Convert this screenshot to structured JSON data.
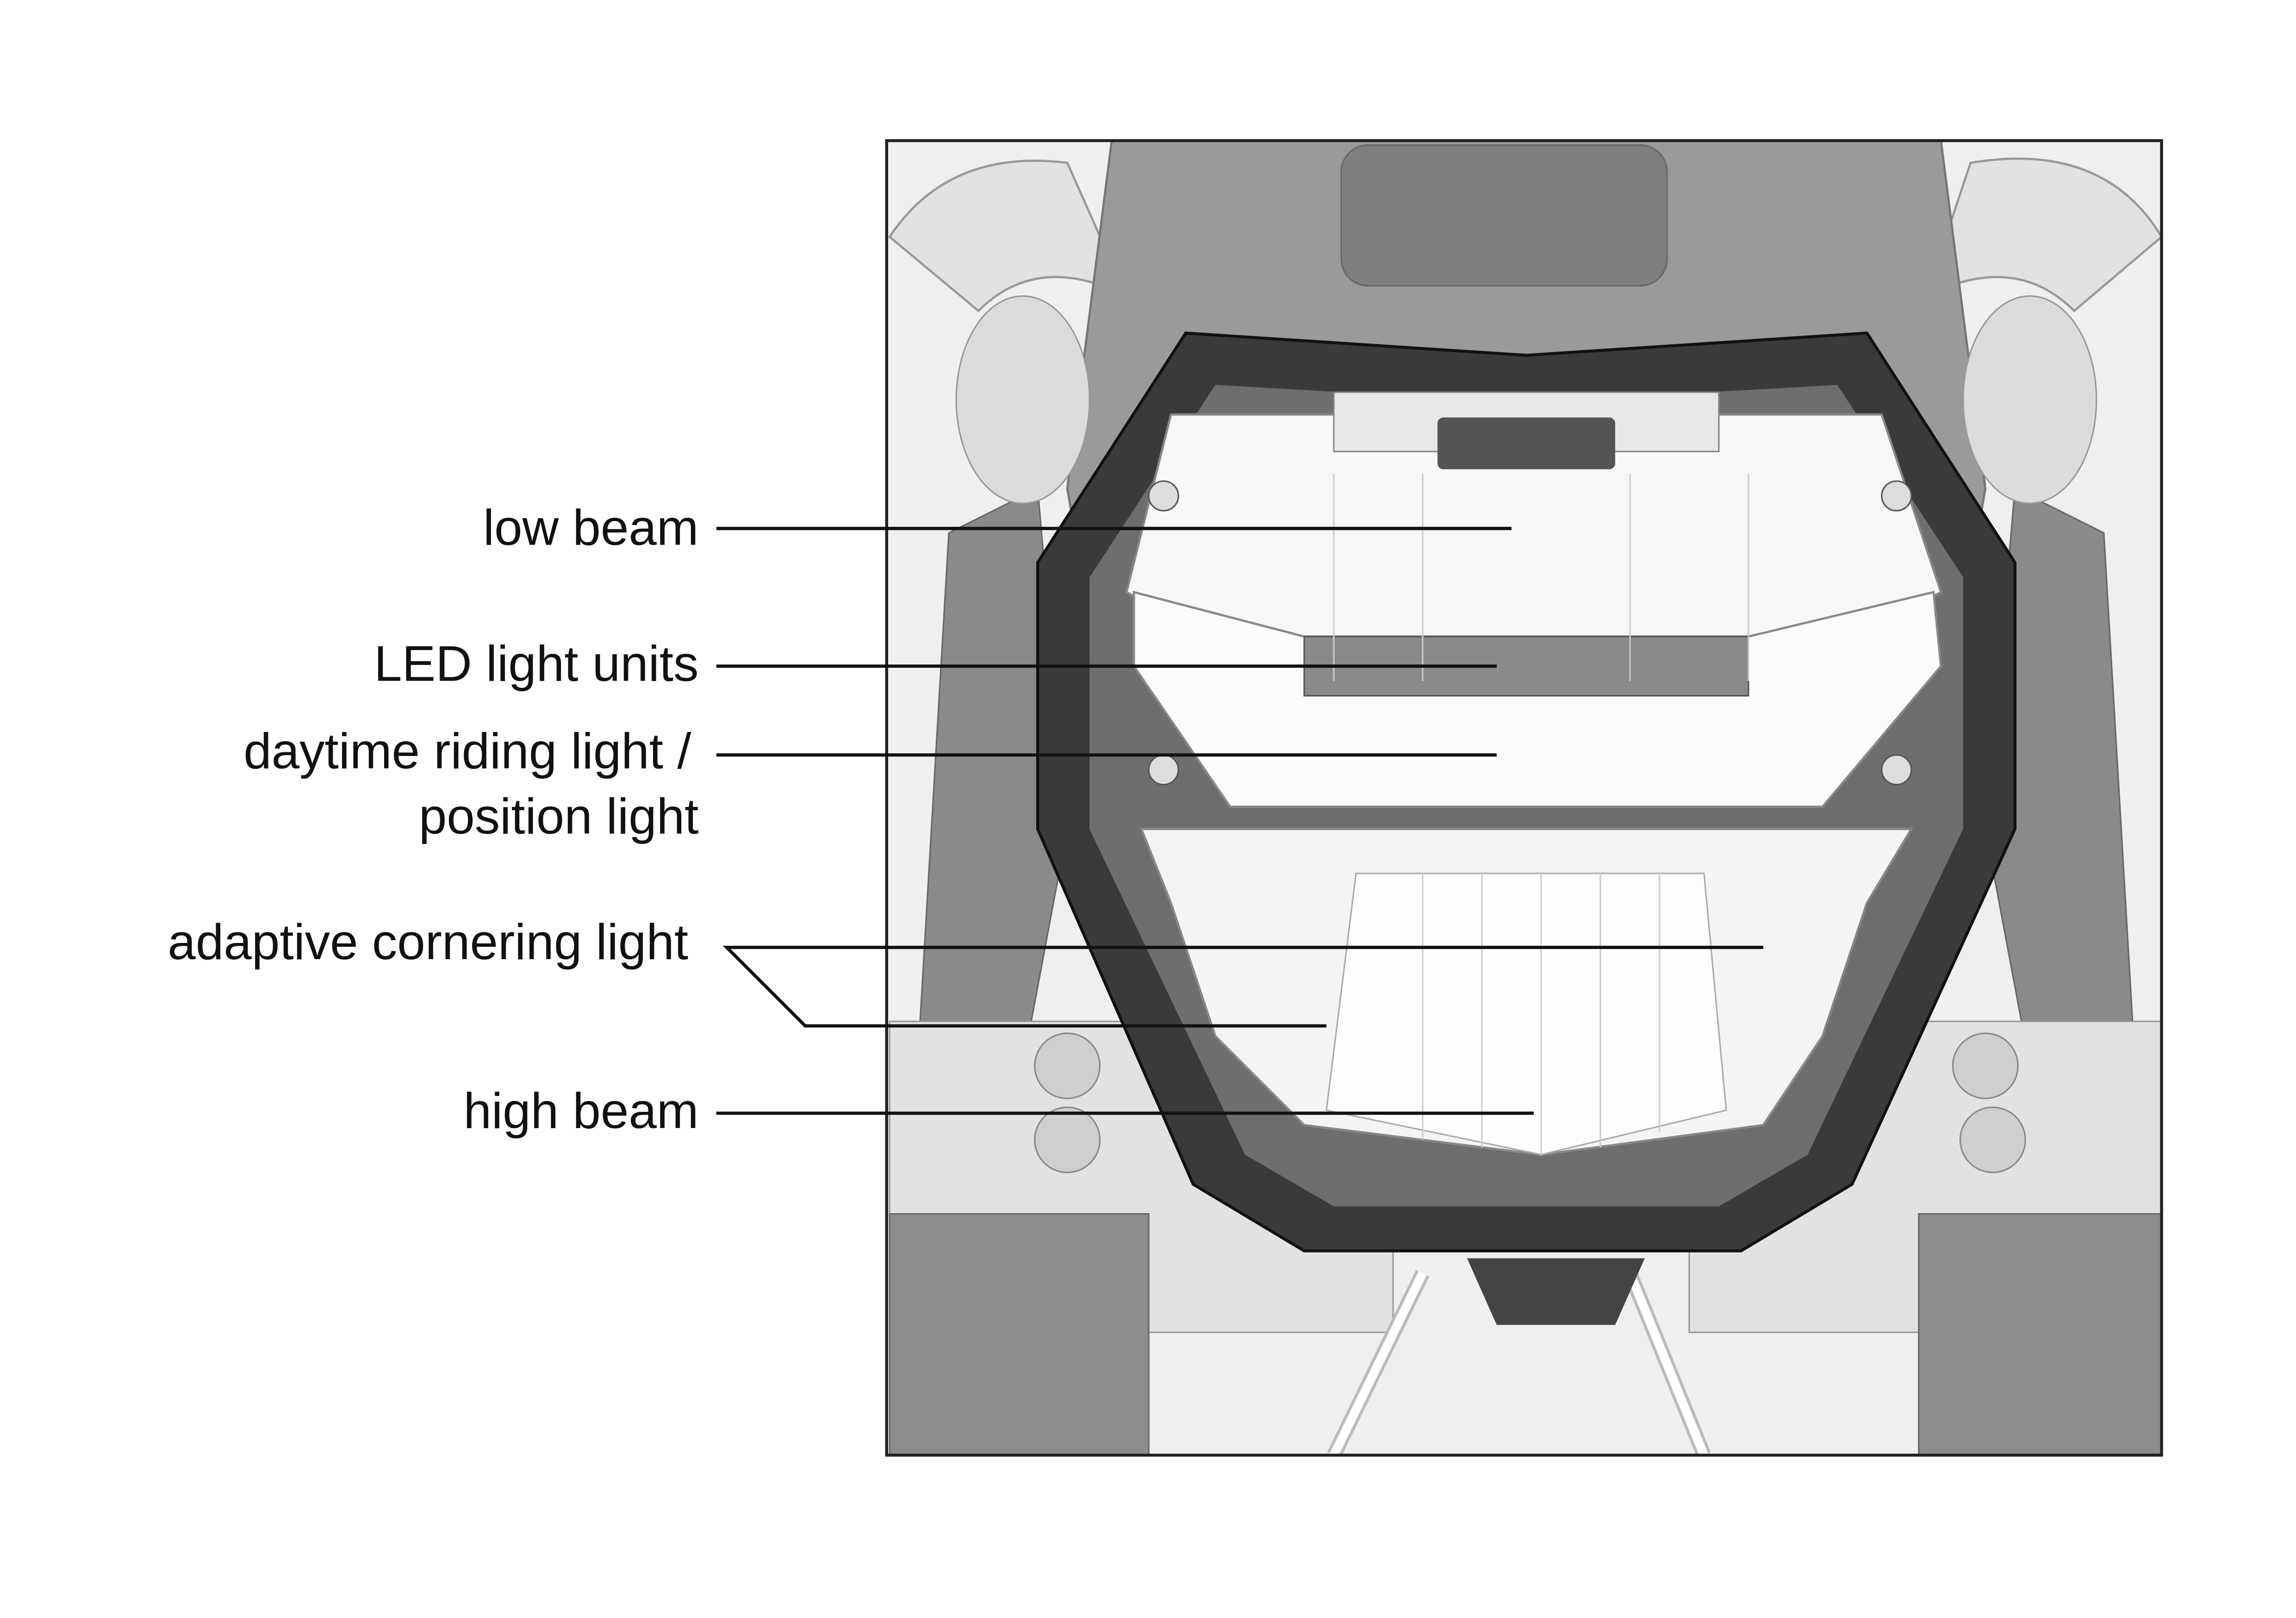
{
  "labels": {
    "low_beam": "low beam",
    "led_light_units": "LED light units",
    "daytime_riding_light_line1": "daytime riding light  /",
    "daytime_riding_light_line2": "position light",
    "adaptive_cornering_light": "adaptive cornering light",
    "high_beam": "high beam"
  },
  "colors": {
    "ink": "#111111",
    "frame": "#222222",
    "ring": "#3a3a3a",
    "part_light": "#e4e4e4",
    "part_mid": "#b9b9b9",
    "part_dark": "#8c8c8c"
  }
}
